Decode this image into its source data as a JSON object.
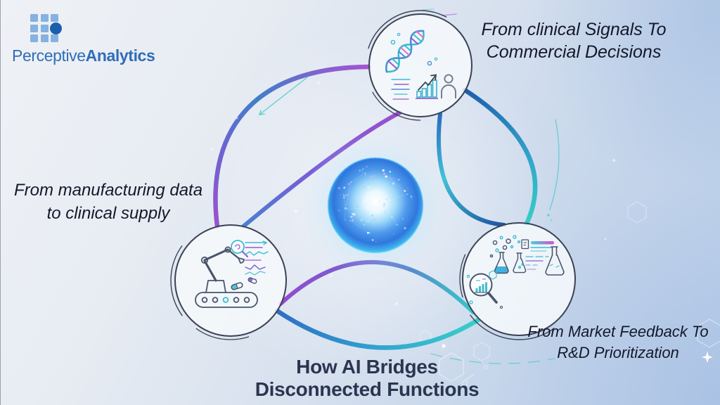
{
  "logo": {
    "brand_part1": "Perceptive",
    "brand_part2": "Analytics",
    "icon": "pixel-grid-logo-icon"
  },
  "title": {
    "line1": "How AI Bridges",
    "line2": "Disconnected Functions"
  },
  "labels": {
    "clinical": {
      "line1": "From clinical Signals To",
      "line2": "Commercial Decisions"
    },
    "manufacturing": {
      "line1": "From manufacturing data",
      "line2": "to clinical supply"
    },
    "market": {
      "line1": "From Market Feedback To",
      "line2": "R&D Prioritization"
    }
  },
  "icons": {
    "center": "glowing-ai-neural-orb",
    "clinical_node": "dna-helix-bar-chart-person-icon",
    "manufacturing_node": "robot-arm-conveyor-pills-icon",
    "market_node": "lab-flasks-magnifier-chart-icon"
  },
  "colors": {
    "arc_purple": "#9a52cc",
    "arc_blue": "#2f6ec5",
    "arc_teal": "#38c8c6",
    "orb_blue": "#2f77dd",
    "title_text": "#2b3550",
    "label_text": "#14182a",
    "logo_text": "#2f6db8",
    "logo_square": "#85b2e0",
    "logo_dot": "#1a5fae"
  }
}
